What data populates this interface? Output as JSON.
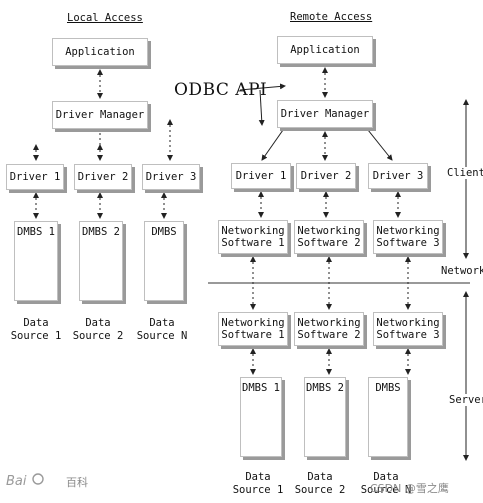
{
  "titles": {
    "local": "Local Access",
    "remote": "Remote Access"
  },
  "local": {
    "application": "Application",
    "driver_manager": "Driver Manager",
    "drivers": [
      "Driver 1",
      "Driver 2",
      "Driver 3"
    ],
    "dbms": [
      "DMBS 1",
      "DMBS 2",
      "DMBS"
    ],
    "data_sources": [
      "Data\nSource 1",
      "Data\nSource 2",
      "Data\nSource N"
    ]
  },
  "remote": {
    "application": "Application",
    "driver_manager": "Driver Manager",
    "drivers": [
      "Driver 1",
      "Driver 2",
      "Driver 3"
    ],
    "client_networking": [
      "Networking\nSoftware 1",
      "Networking\nSoftware 2",
      "Networking\nSoftware 3"
    ],
    "server_networking": [
      "Networking\nSoftware 1",
      "Networking\nSoftware 2",
      "Networking\nSoftware 3"
    ],
    "dbms": [
      "DMBS 1",
      "DMBS 2",
      "DMBS"
    ],
    "data_sources": [
      "Data\nSource 1",
      "Data\nSource 2",
      "Data\nSource N"
    ]
  },
  "odbc_api": "ODBC API",
  "side_labels": {
    "client": "Client",
    "network": "Network",
    "server": "Server"
  },
  "watermarks": {
    "baidu": "百科",
    "csdn": "CSDN @雪之鹰"
  },
  "colors": {
    "box_border": "#bfbfbf",
    "shadow": "#9a9a9a",
    "arrow": "#222222",
    "watermark": "#8a8a8a"
  }
}
